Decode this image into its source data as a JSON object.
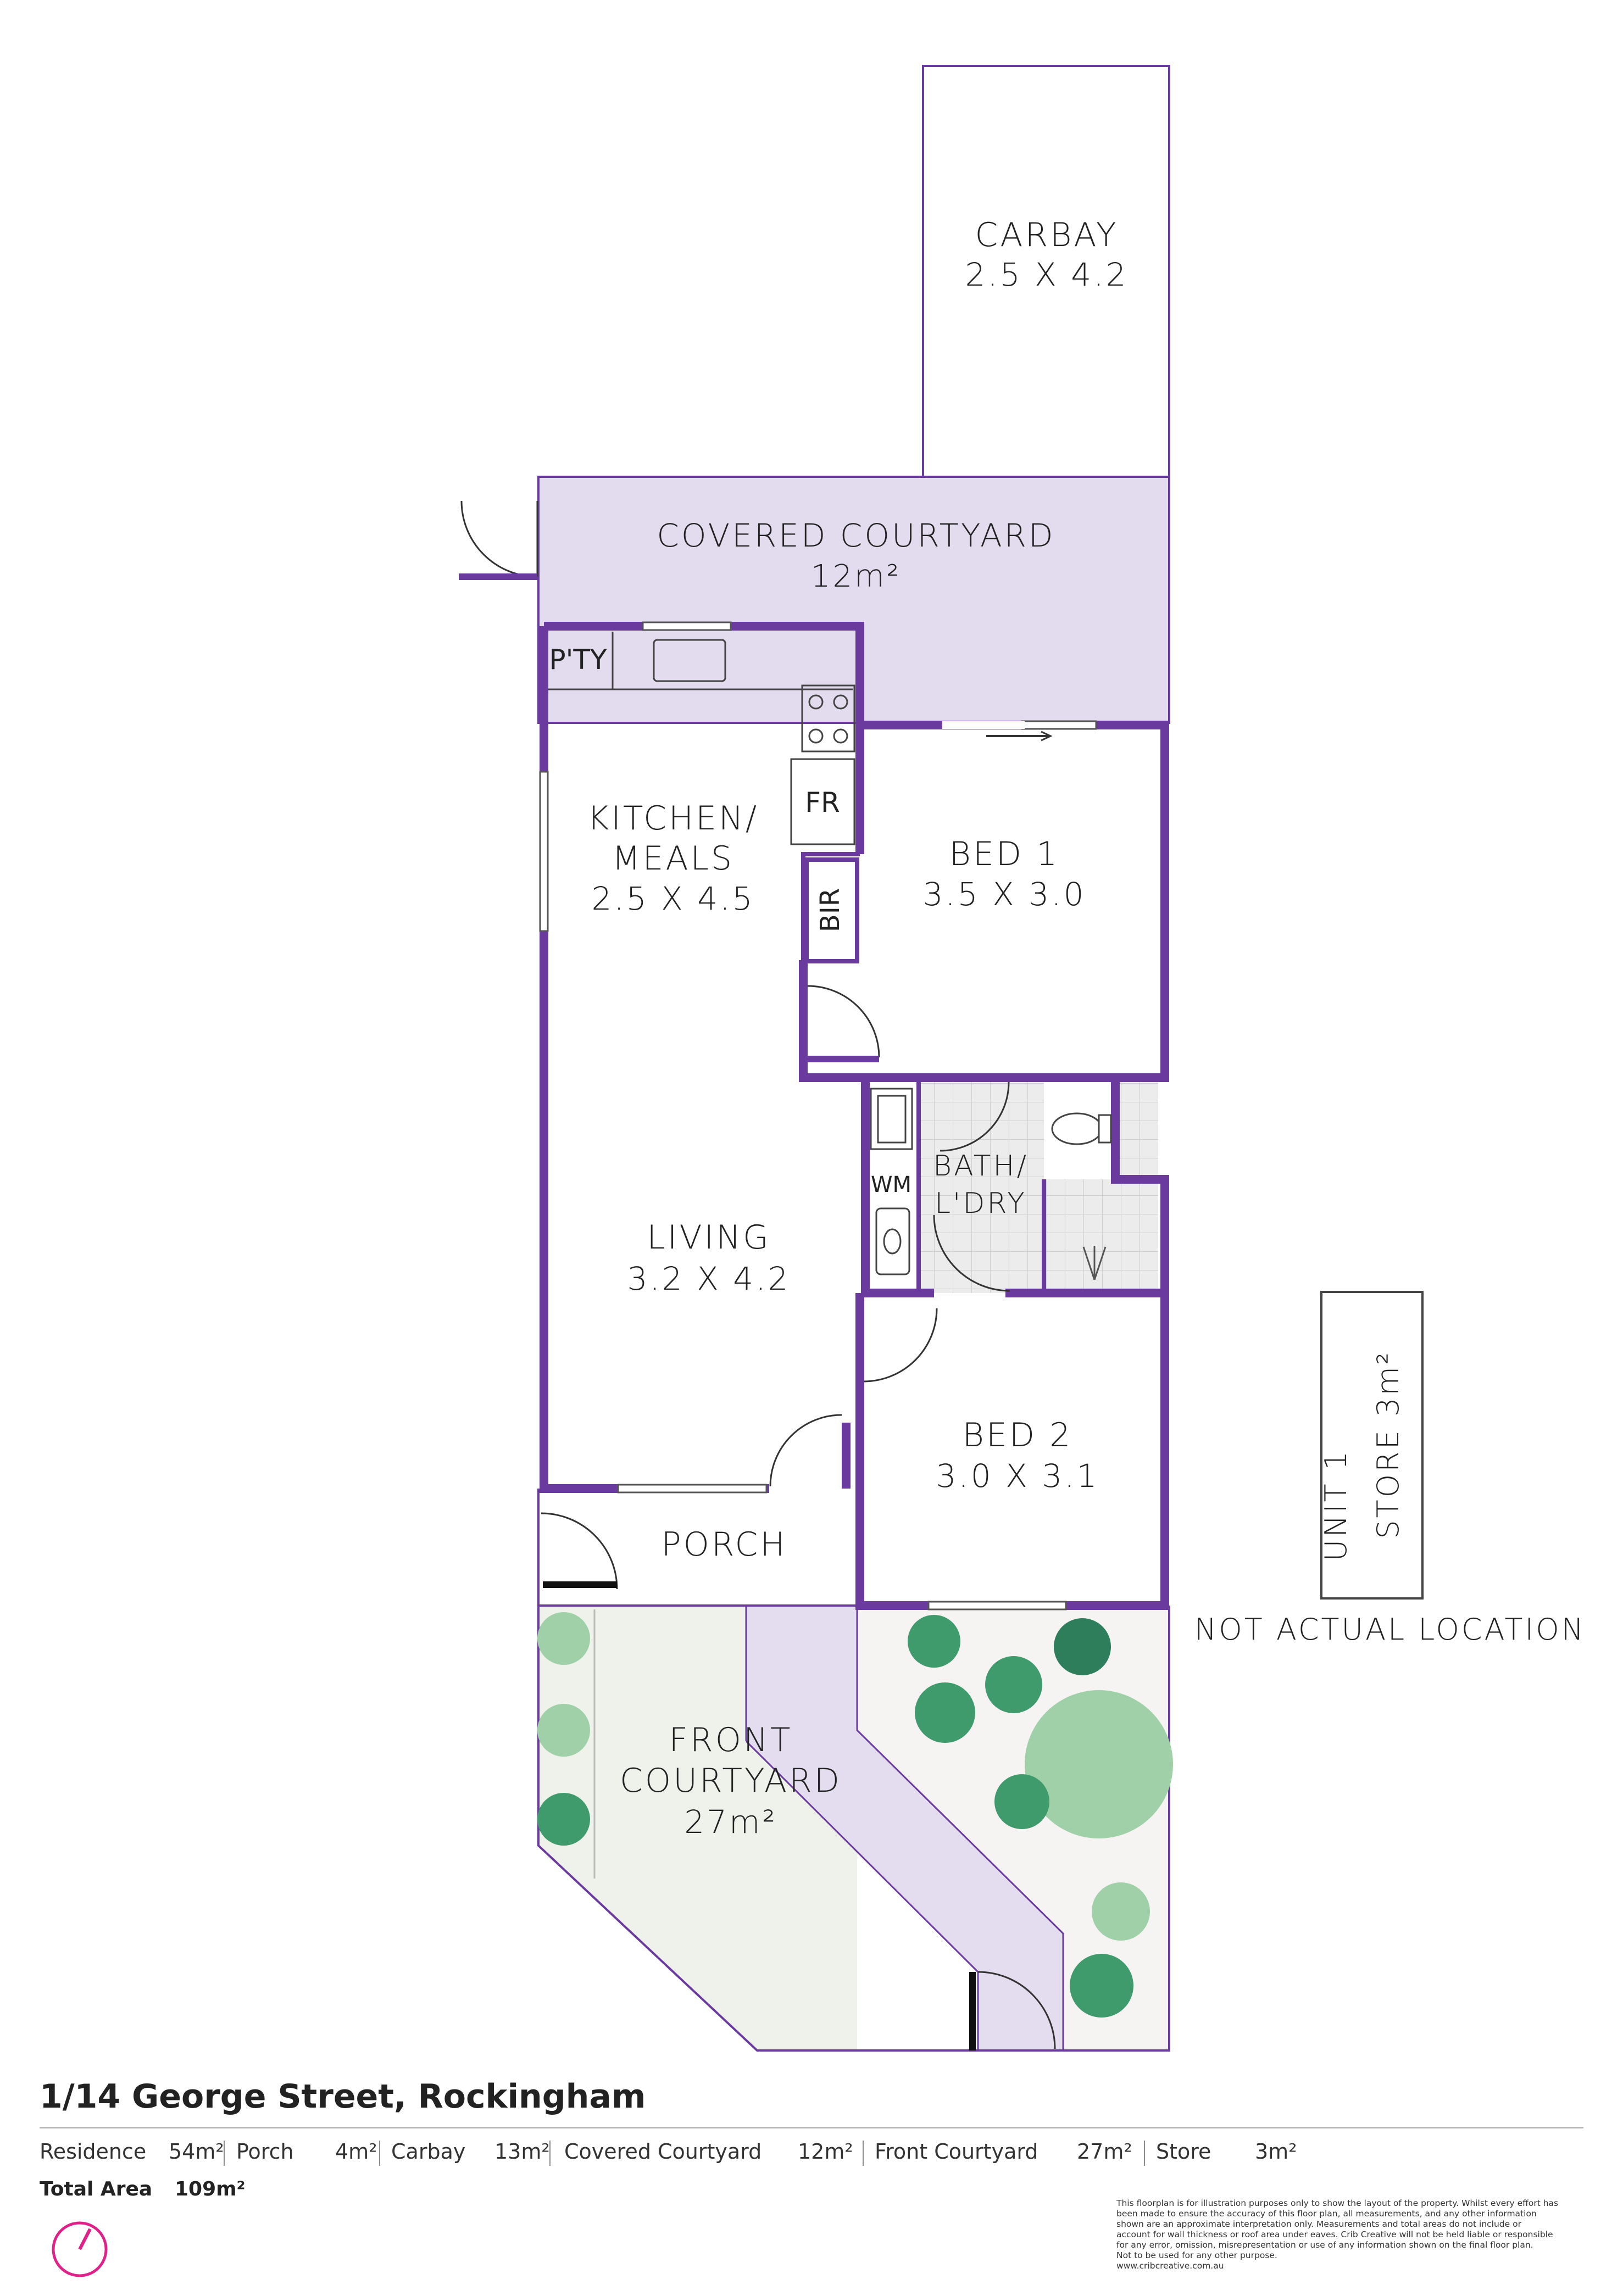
{
  "colors": {
    "wall": "#6a3a9e",
    "covered_fill": "#e3dbee",
    "front_courtyard_fill": "#eef2ea",
    "path_fill": "#e4ddef",
    "garden_fill": "#f5f4f3",
    "tree_dark": "#2e7d5b",
    "tree_mid": "#3f9a6c",
    "tree_light": "#9fd0a8"
  },
  "rooms": {
    "carbay": {
      "name": "CARBAY",
      "size": "2.5 X 4.2"
    },
    "covered_courtyard": {
      "name": "COVERED COURTYARD",
      "size": "12m²"
    },
    "pantry": {
      "name": "P'TY"
    },
    "fridge": {
      "name": "FR"
    },
    "bir": {
      "name": "BIR"
    },
    "kitchen": {
      "line1": "KITCHEN/",
      "line2": "MEALS",
      "size": "2.5 X 4.5"
    },
    "bed1": {
      "name": "BED 1",
      "size": "3.5 X 3.0"
    },
    "washing_machine": {
      "name": "WM"
    },
    "bath": {
      "line1": "BATH/",
      "line2": "L'DRY"
    },
    "living": {
      "name": "LIVING",
      "size": "3.2 X 4.2"
    },
    "bed2": {
      "name": "BED 2",
      "size": "3.0 X 3.1"
    },
    "porch": {
      "name": "PORCH"
    },
    "front_courtyard": {
      "line1": "FRONT",
      "line2": "COURTYARD",
      "size": "27m²"
    },
    "store": {
      "line1": "UNIT 1",
      "line2": "STORE  3m²"
    },
    "not_actual": "NOT ACTUAL LOCATION"
  },
  "footer": {
    "address": "1/14 George Street, Rockingham",
    "areas": [
      {
        "name": "Residence",
        "value": "54m²"
      },
      {
        "name": "Porch",
        "value": "4m²"
      },
      {
        "name": "Carbay",
        "value": "13m²"
      },
      {
        "name": "Covered Courtyard",
        "value": "12m²"
      },
      {
        "name": "Front Courtyard",
        "value": "27m²"
      },
      {
        "name": "Store",
        "value": "3m²"
      }
    ],
    "total_label": "Total Area",
    "total_value": "109m²",
    "disclaimer": [
      "This floorplan is for illustration purposes only to show the layout of the property. Whilst every effort has",
      "been made to ensure the accuracy of this floor plan, all measurements, and any other information",
      "shown are an approximate interpretation only. Measurements and total areas do not include or",
      "account for wall thickness or roof area under eaves. Crib Creative will not be held liable or responsible",
      "for any error, omission, misrepresentation or use of any information shown on the final floor plan.",
      "Not to be used for any other purpose.",
      "www.cribcreative.com.au"
    ]
  }
}
